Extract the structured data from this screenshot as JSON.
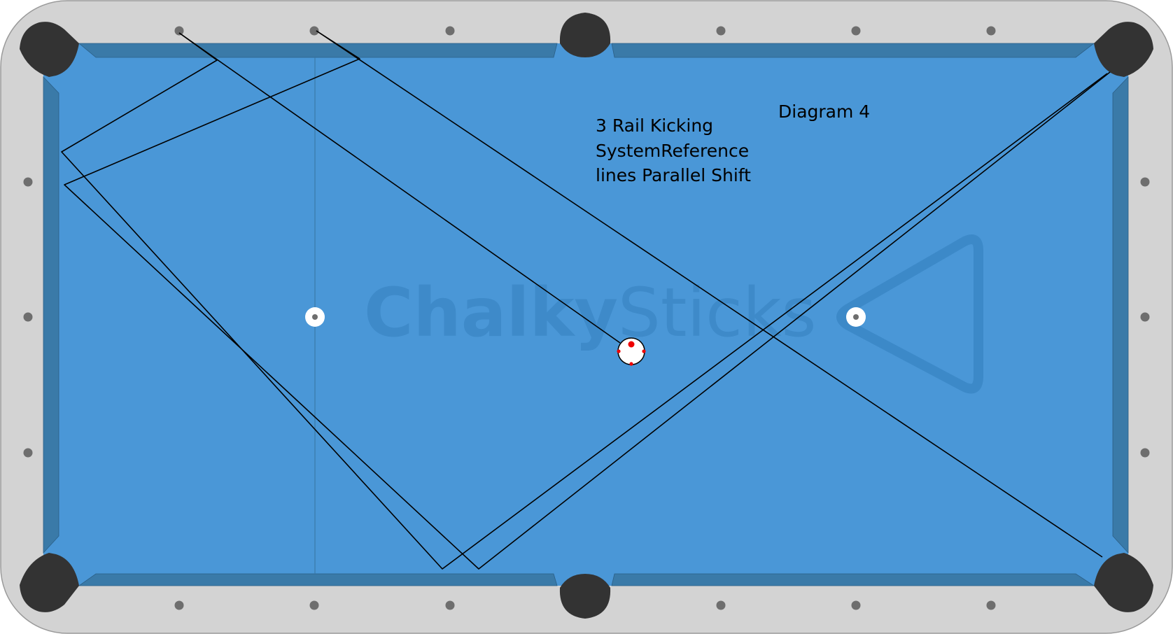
{
  "diagram_title": "Diagram 4",
  "description_lines": [
    "3 Rail Kicking",
    "SystemReference",
    "lines Parallel Shift"
  ],
  "watermark": {
    "part1": "Chalky",
    "part2": "Sticks"
  },
  "colors": {
    "rail": "#d3d3d3",
    "cloth": "#4a97d7",
    "cushion": "#3a7aa8",
    "pocket": "#333333",
    "diamond": "#6e6e6e",
    "line": "#000000",
    "cue_ball": "#ffffff",
    "cue_tip_mark": "#ee0000",
    "watermark": "#3a86c5"
  },
  "icons": {
    "triangle": "rack-triangle-icon",
    "cue_ball": "cue-ball-icon",
    "spot": "table-spot-icon"
  }
}
